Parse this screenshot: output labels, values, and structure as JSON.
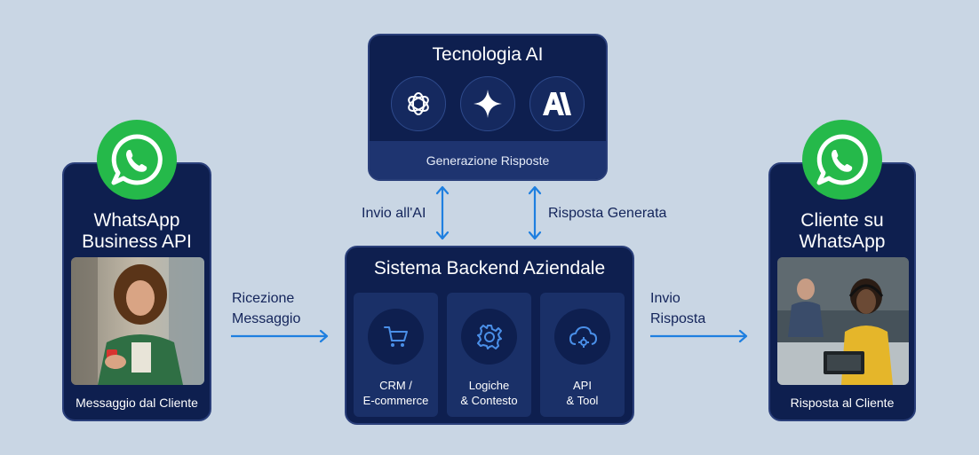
{
  "ai_card": {
    "title": "Tecnologia AI",
    "footer": "Generazione Risposte",
    "providers": [
      "openai-icon",
      "gemini-icon",
      "anthropic-icon"
    ]
  },
  "left_card": {
    "title_line1": "WhatsApp",
    "title_line2": "Business API",
    "caption": "Messaggio dal Cliente",
    "icon": "whatsapp-icon"
  },
  "right_card": {
    "title_line1": "Cliente su",
    "title_line2": "WhatsApp",
    "caption": "Risposta al Cliente",
    "icon": "whatsapp-icon"
  },
  "backend": {
    "title": "Sistema Backend Aziendale",
    "modules": [
      {
        "line1": "CRM /",
        "line2": "E-commerce",
        "icon": "cart-icon"
      },
      {
        "line1": "Logiche",
        "line2": "& Contesto",
        "icon": "gear-icon"
      },
      {
        "line1": "API",
        "line2": "& Tool",
        "icon": "cloud-settings-icon"
      }
    ]
  },
  "flows": {
    "to_ai": "Invio all'AI",
    "from_ai": "Risposta Generata",
    "receive_line1": "Ricezione",
    "receive_line2": "Messaggio",
    "send_line1": "Invio",
    "send_line2": "Risposta"
  },
  "colors": {
    "background": "#c9d6e4",
    "card": "#0e1f4f",
    "whatsapp_green": "#25b94a",
    "arrow": "#1e7fe0",
    "icon_blue": "#4a8fe8"
  }
}
